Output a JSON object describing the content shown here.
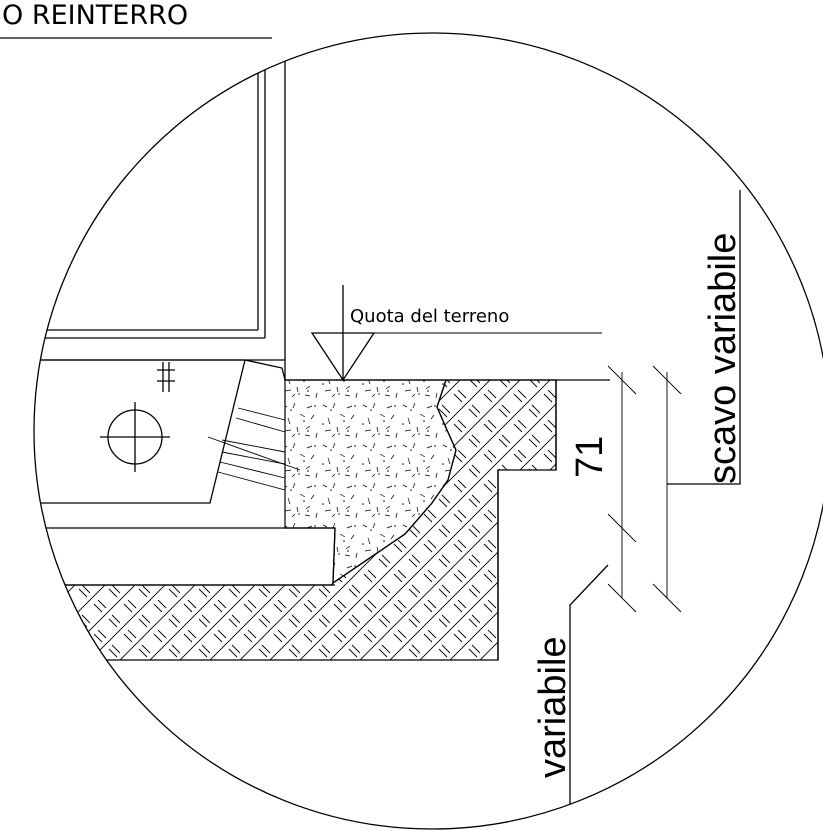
{
  "title": "O REINTERRO",
  "labels": {
    "ground_level": "Quota del terreno",
    "dimension_value": "71",
    "excavation": "scavo variabile",
    "variable": "variabile"
  },
  "colors": {
    "line": "#000000",
    "background": "#ffffff"
  }
}
